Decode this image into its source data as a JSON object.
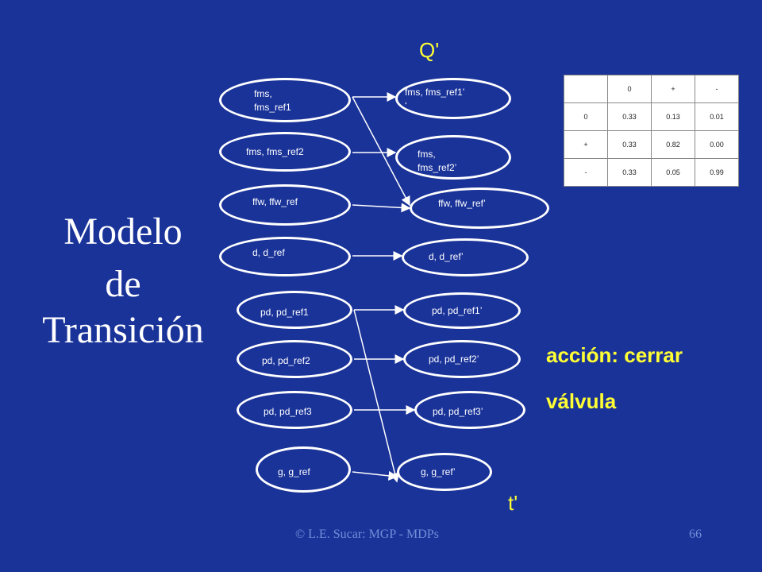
{
  "title": [
    "Modelo",
    "de",
    "Transición"
  ],
  "top_label": "Q'",
  "bottom_label": "t'",
  "action": [
    "acción: cerrar",
    "válvula"
  ],
  "footer": {
    "credit": "© L.E. Sucar: MGP - MDPs",
    "page": "66"
  },
  "left_nodes": [
    {
      "label": "fms,\nfms_ref1"
    },
    {
      "label": "fms, fms_ref2"
    },
    {
      "label": "ffw, ffw_ref"
    },
    {
      "label": "d, d_ref"
    },
    {
      "label": "pd, pd_ref1"
    },
    {
      "label": "pd, pd_ref2"
    },
    {
      "label": "pd, pd_ref3"
    },
    {
      "label": "g, g_ref"
    }
  ],
  "right_nodes": [
    {
      "label": "fms, fms_ref1’\n‘"
    },
    {
      "label": "fms,\nfms_ref2’"
    },
    {
      "label": "ffw, ffw_ref’"
    },
    {
      "label": "d, d_ref’"
    },
    {
      "label": "pd, pd_ref1’"
    },
    {
      "label": "pd, pd_ref2’"
    },
    {
      "label": "pd, pd_ref3’"
    },
    {
      "label": "g, g_ref’"
    }
  ],
  "cpt_table": {
    "header": [
      "",
      "0",
      "+",
      "-"
    ],
    "rows": [
      [
        "0",
        "0.33",
        "0.13",
        "0.01"
      ],
      [
        "+",
        "0.33",
        "0.82",
        "0.00"
      ],
      [
        "-",
        "0.33",
        "0.05",
        "0.99"
      ]
    ]
  }
}
